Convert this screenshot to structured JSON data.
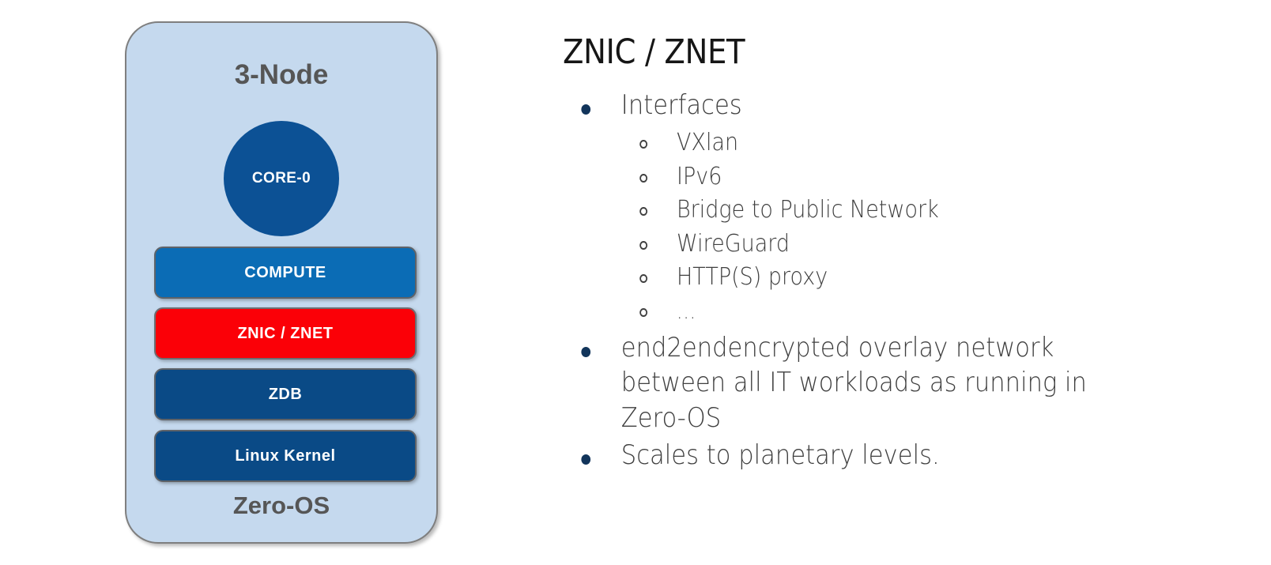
{
  "diagram": {
    "panel_title": "3-Node",
    "panel_footer": "Zero-OS",
    "core": {
      "label": "CORE-0",
      "color": "#0c5195"
    },
    "layers": [
      {
        "label": "COMPUTE",
        "color": "#0b6cb5"
      },
      {
        "label": "ZNIC / ZNET",
        "color": "#fb0007"
      },
      {
        "label": "ZDB",
        "color": "#0a4a86"
      },
      {
        "label": "Linux Kernel",
        "color": "#0a4a86"
      }
    ],
    "panel_background": "#c5d9ee",
    "panel_border": "#7f7f7f",
    "title_color": "#565656"
  },
  "content": {
    "title": "ZNIC / ZNET",
    "bullet_color": "#12355b",
    "text_color": "#3f3f3f",
    "bullets": [
      {
        "text": "Interfaces",
        "sub": [
          "VXlan",
          "IPv6",
          "Bridge to Public Network",
          "WireGuard",
          "HTTP(S) proxy",
          "..."
        ]
      },
      {
        "text": "end2endencrypted overlay network between all IT workloads as running in Zero-OS",
        "sub": []
      },
      {
        "text": "Scales to planetary levels.",
        "sub": []
      }
    ]
  }
}
